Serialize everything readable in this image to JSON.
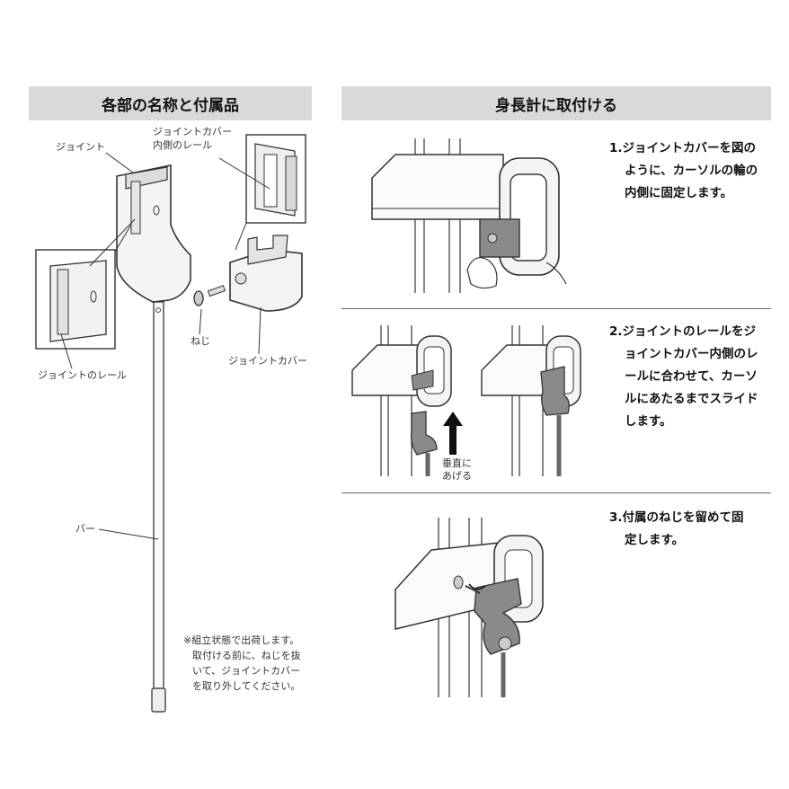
{
  "left_section": {
    "title": "各部の名称と付属品",
    "parts": {
      "joint": "ジョイント",
      "cover_rail_line1": "ジョイントカバー",
      "cover_rail_line2": "内側のレール",
      "screw": "ねじ",
      "joint_rail": "ジョイントのレール",
      "joint_cover": "ジョイントカバー",
      "bar": "バー"
    },
    "note": [
      "※組立状態で出荷します。",
      "取付ける前に、ねじを抜",
      "いて、ジョイントカバー",
      "を取り外してください。"
    ]
  },
  "right_section": {
    "title": "身長計に取付ける",
    "steps": [
      {
        "number": "1.",
        "lines": [
          "ジョイントカバーを図の",
          "ように、カーソルの輪の",
          "内側に固定します。"
        ]
      },
      {
        "number": "2.",
        "lines": [
          "ジョイントのレールをジ",
          "ョイントカバー内側のレ",
          "ールに合わせて、カーソ",
          "ルにあたるまでスライド",
          "します。"
        ]
      },
      {
        "number": "3.",
        "lines": [
          "付属のねじを留めて固",
          "定します。"
        ]
      }
    ],
    "arrow_caption": [
      "垂直に",
      "あげる"
    ]
  },
  "colors": {
    "header_bg": "#d9d9d9",
    "part_gray": "#7a7a7a",
    "line": "#333333"
  }
}
